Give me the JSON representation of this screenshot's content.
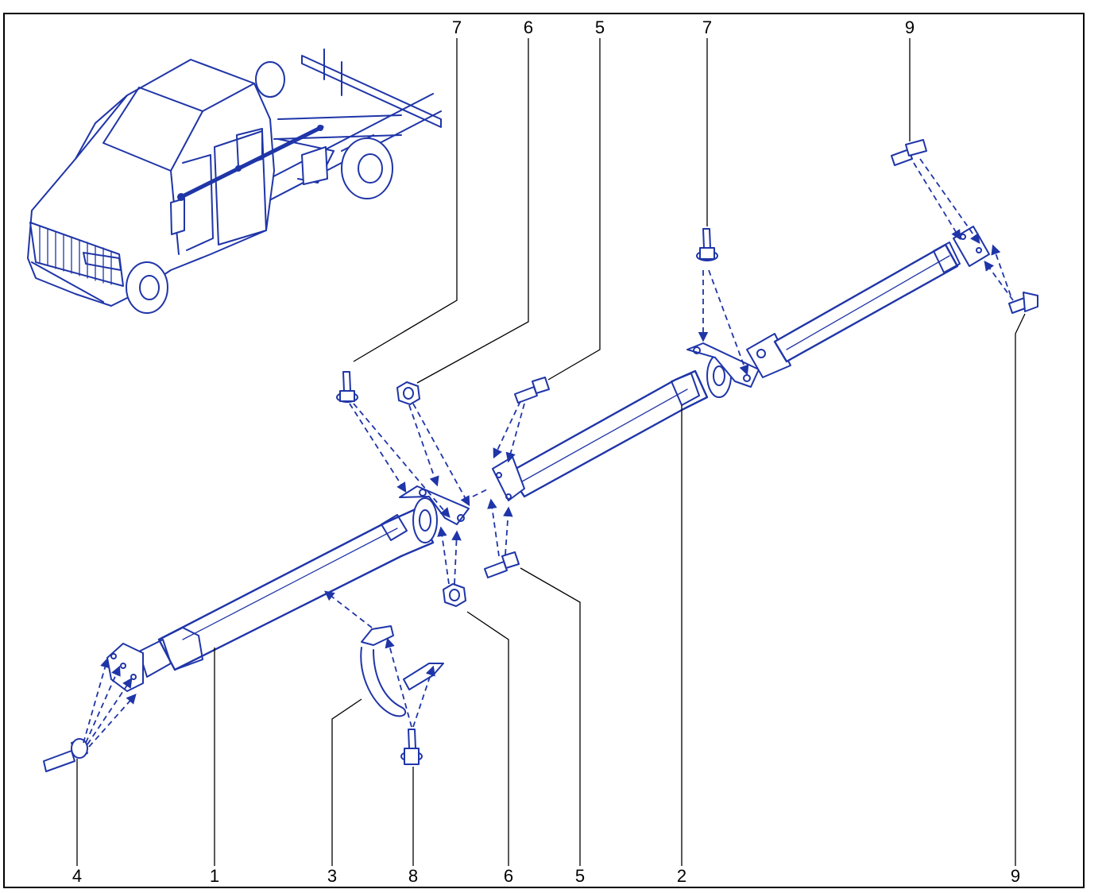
{
  "callouts": {
    "top": [
      "7",
      "6",
      "5",
      "7",
      "9"
    ],
    "bottom": [
      "4",
      "1",
      "3",
      "8",
      "6",
      "5",
      "2",
      "9"
    ]
  },
  "colors": {
    "ink": "#1f35a8",
    "frame": "#000000",
    "background": "#ffffff"
  }
}
